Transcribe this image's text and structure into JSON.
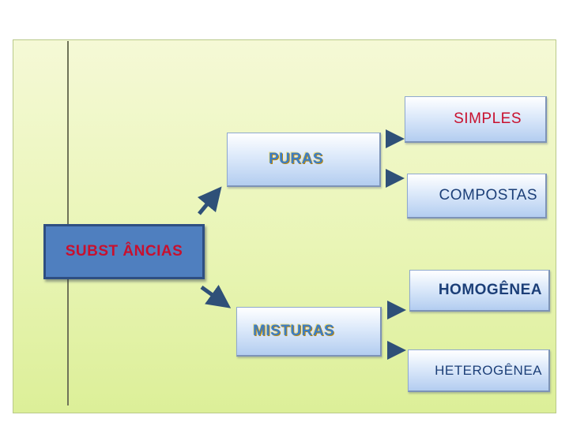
{
  "diagram": {
    "root": {
      "label": "SUBST ÂNCIAS"
    },
    "branches": [
      {
        "label": "PURAS",
        "children": [
          {
            "label": "SIMPLES"
          },
          {
            "label": "COMPOSTAS"
          }
        ]
      },
      {
        "label": "MISTURAS",
        "children": [
          {
            "label": "HOMOGÊNEA"
          },
          {
            "label": "HETEROGÊNEA"
          }
        ]
      }
    ],
    "colors": {
      "panel_background": "#e9f5b6",
      "root_fill": "#4f7fbf",
      "root_text": "#c8102e",
      "box_fill": "#dce9fa",
      "arrow": "#2f5078"
    }
  }
}
